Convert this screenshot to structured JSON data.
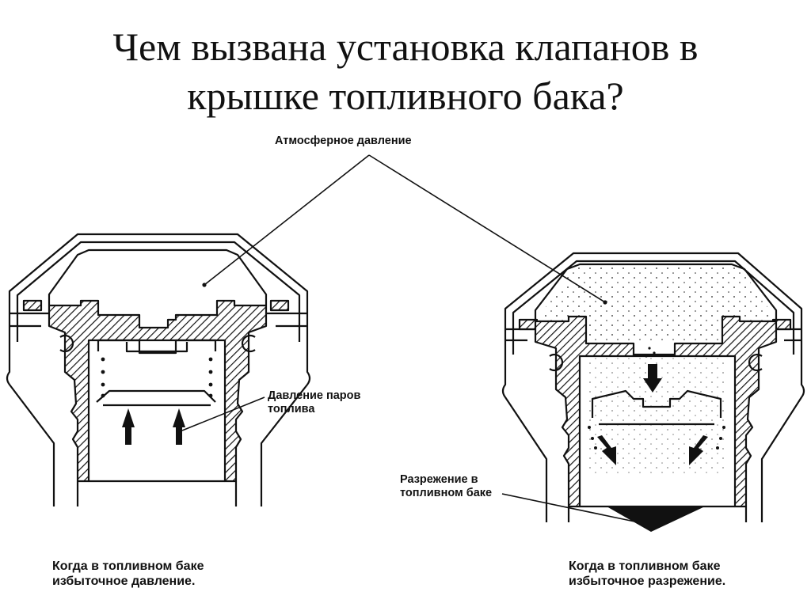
{
  "title": {
    "line1": "Чем вызвана установка клапанов в",
    "line2": "крышке топливного бака?"
  },
  "labels": {
    "atmospheric": "Атмосферное давление",
    "vapor_line1": "Давление паров",
    "vapor_line2": "топлива",
    "vacuum_line1": "Разрежение в",
    "vacuum_line2": "топливном баке"
  },
  "captions": {
    "left_line1": "Когда в топливном баке",
    "left_line2": "избыточное давление.",
    "right_line1": "Когда в топливном баке",
    "right_line2": "избыточное разрежение."
  }
}
